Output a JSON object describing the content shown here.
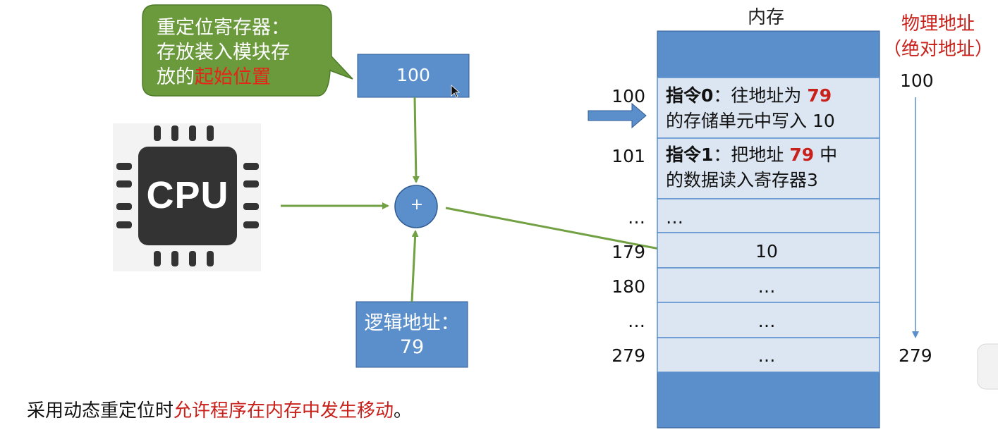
{
  "callout": {
    "line1": "重定位寄存器：",
    "line2": "存放装入模块存",
    "line3_prefix": "放的",
    "line3_highlight": "起始位置"
  },
  "relocation_register": {
    "value": "100"
  },
  "cpu_label": "CPU",
  "adder_symbol": "+",
  "logical_address": {
    "label": "逻辑地址：",
    "value": "79"
  },
  "memory": {
    "title": "内存",
    "rows": [
      {
        "addr": "100",
        "bold": "指令0",
        "text_a": "：往地址为 ",
        "red": "79",
        "text_b": "",
        "line2": "的存储单元中写入 10"
      },
      {
        "addr": "101",
        "bold": "指令1",
        "text_a": "：把地址 ",
        "red": "79",
        "text_b": " 中",
        "line2": "的数据读入寄存器3"
      },
      {
        "addr": "…",
        "text": "…"
      },
      {
        "addr": "179",
        "text": "10"
      },
      {
        "addr": "180",
        "text": "…"
      },
      {
        "addr": "…",
        "text": "…"
      },
      {
        "addr": "279",
        "text": "…"
      }
    ]
  },
  "physical_address": {
    "label_line1": "物理地址",
    "label_line2": "（绝对地址）",
    "start": "100",
    "end": "279"
  },
  "caption": {
    "prefix": "采用动态重定位时",
    "highlight": "允许程序在内存中发生移动",
    "suffix": "。"
  },
  "colors": {
    "box_blue": "#5b8fcb",
    "memory_cell": "#dce6f2",
    "callout_green": "#6a9a3c",
    "arrow_green": "#72a143",
    "highlight_red": "#c8201a",
    "cpu_dark": "#333333"
  }
}
